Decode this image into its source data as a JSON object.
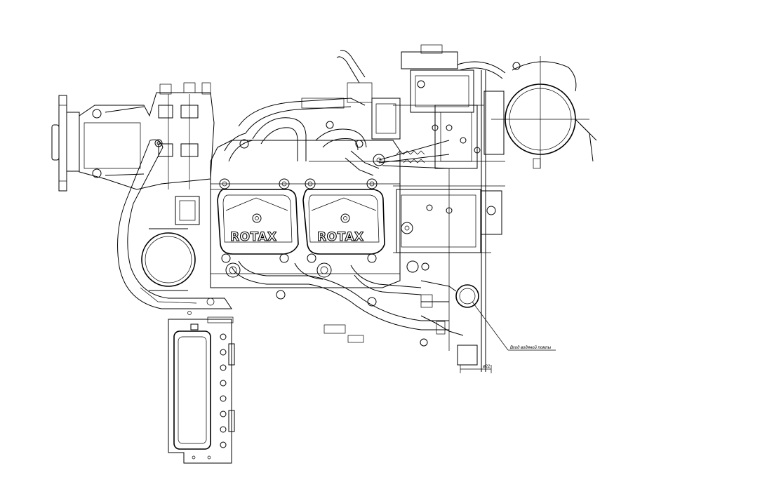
{
  "drawing": {
    "logos": [
      {
        "id": "left-cylinder",
        "text": "ROTAX"
      },
      {
        "id": "right-cylinder",
        "text": "ROTAX"
      }
    ],
    "callout": {
      "text": "Вход водяной помпы"
    },
    "dimension": {
      "text": "ø22"
    }
  }
}
